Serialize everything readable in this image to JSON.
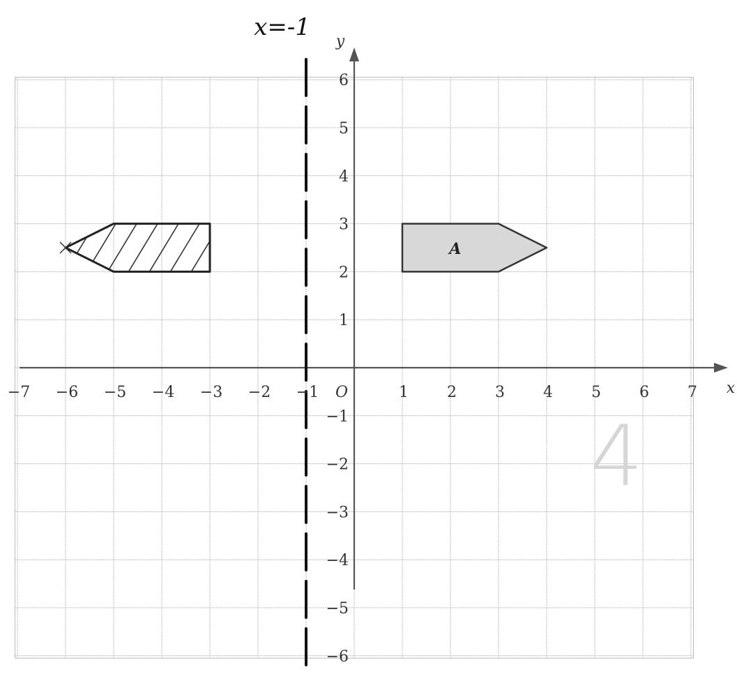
{
  "grid": {
    "x_range": [
      -7,
      7
    ],
    "y_range": [
      -6,
      6
    ],
    "x_ticks": [
      -7,
      -6,
      -5,
      -4,
      -3,
      -2,
      -1,
      1,
      2,
      3,
      4,
      5,
      6,
      7
    ],
    "y_ticks": [
      -6,
      -5,
      -4,
      -3,
      -2,
      -1,
      1,
      2,
      3,
      4,
      5,
      6
    ],
    "x_axis_label": "x",
    "y_axis_label": "y",
    "origin_label": "O",
    "grid_color": "#b9b9b9",
    "axis_color": "#555555"
  },
  "mirror_line": {
    "label": "x=-1",
    "x": -1,
    "style": "dashed",
    "color": "#111111"
  },
  "shape_a": {
    "label": "A",
    "vertices": [
      [
        1,
        2
      ],
      [
        1,
        3
      ],
      [
        3,
        3
      ],
      [
        4,
        2.5
      ],
      [
        3,
        2
      ]
    ],
    "fill": "#d8d8d8",
    "stroke": "#333333"
  },
  "reflected_shape": {
    "vertices": [
      [
        -3,
        2
      ],
      [
        -3,
        3
      ],
      [
        -5,
        3
      ],
      [
        -6,
        2.5
      ],
      [
        -5,
        2
      ]
    ],
    "fill_style": "hatched",
    "stroke": "#222222"
  },
  "pencil_mark": "4"
}
